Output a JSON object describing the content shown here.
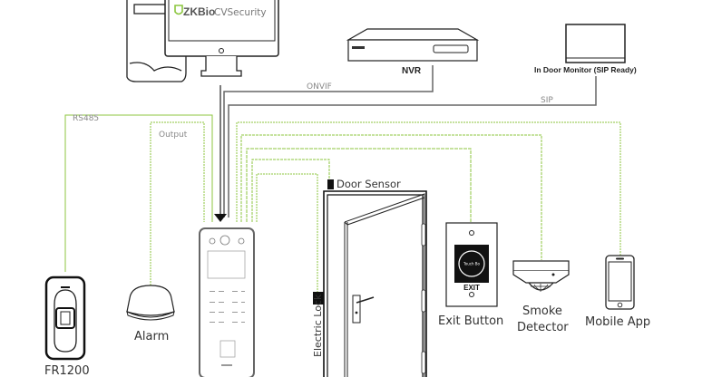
{
  "diagram": {
    "title": "ZKBio CVSecurity access control wiring diagram",
    "colors": {
      "green_wire": "#8cc63f",
      "grey_wire": "#777777",
      "brand_green": "#8cc63f",
      "brand_grey": "#777777"
    },
    "software": {
      "brand_prefix": "ZKBio",
      "brand_suffix": "CVSecurity",
      "icon": "shield-icon"
    },
    "devices": {
      "nvr": {
        "label": "NVR"
      },
      "indoor_monitor": {
        "label": "In Door Monitor (SIP Ready)"
      },
      "fr1200": {
        "label": "FR1200"
      },
      "alarm": {
        "label": "Alarm"
      },
      "door_sensor": {
        "label": "Door Sensor"
      },
      "electric_lock": {
        "label": "Electric Lock"
      },
      "exit_button": {
        "label": "Exit Button",
        "panel_text": "Touch Bo",
        "exit_text": "EXIT"
      },
      "smoke_detector": {
        "label_line1": "Smoke",
        "label_line2": "Detector"
      },
      "mobile_app": {
        "label": "Mobile App"
      }
    },
    "connections": {
      "onvif": "ONVIF",
      "sip": "SIP",
      "rs485": "RS485",
      "output": "Output"
    }
  }
}
